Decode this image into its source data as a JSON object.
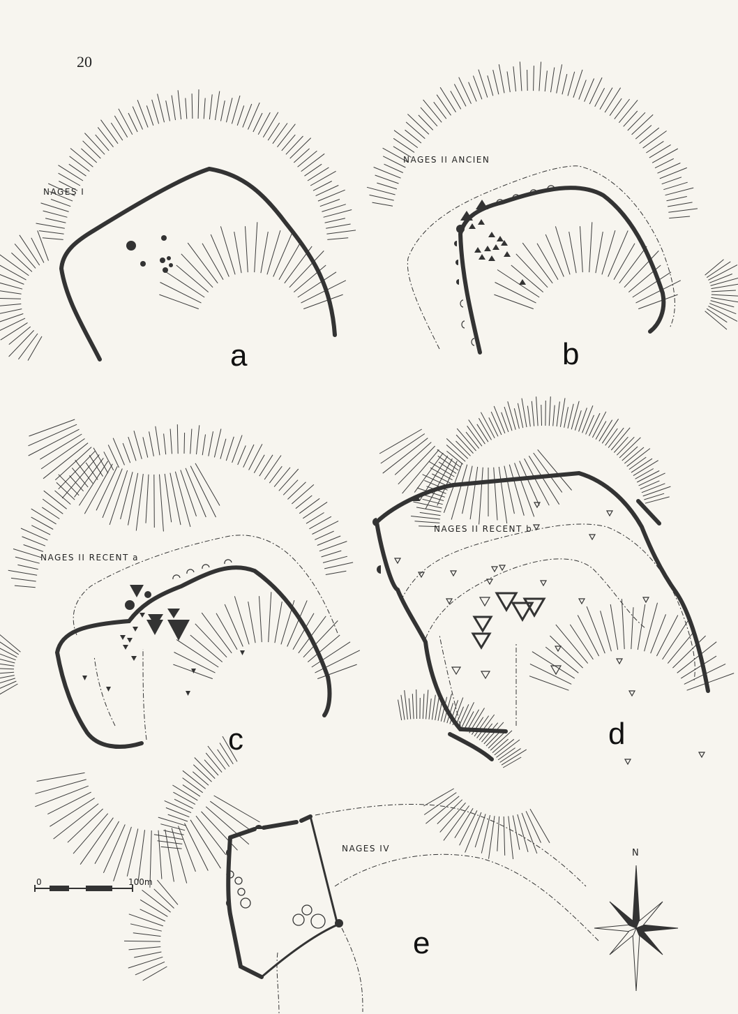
{
  "page": {
    "number": "20"
  },
  "panels": [
    {
      "letter": "a",
      "title": "NAGES I"
    },
    {
      "letter": "b",
      "title": "NAGES II ANCIEN"
    },
    {
      "letter": "c",
      "title": "NAGES II RECENT a"
    },
    {
      "letter": "d",
      "title": "NAGES II RECENT b"
    },
    {
      "letter": "e",
      "title": "NAGES IV"
    }
  ],
  "scale": {
    "start_label": "0",
    "end_label": "100m"
  },
  "compass": {
    "north_label": "N",
    "icon": "compass-rose-icon"
  },
  "colors": {
    "ink": "#2a2a2a",
    "paper": "#f7f5ef"
  }
}
